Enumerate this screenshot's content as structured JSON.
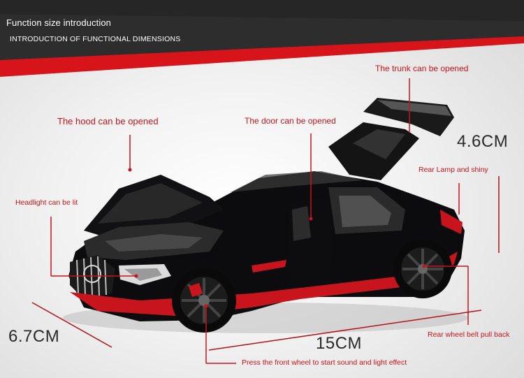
{
  "header": {
    "title": "Function size introduction",
    "subtitle": "INTRODUCTION OF FUNCTIONAL DIMENSIONS"
  },
  "callouts": {
    "trunk": "The trunk can be opened",
    "hood": "The hood can be opened",
    "door": "The door can be opened",
    "rear_lamp": "Rear Lamp and shiny",
    "headlight": "Headlight can be lit",
    "rear_wheel": "Rear wheel belt pull back",
    "front_wheel": "Press the front wheel to start sound and light effect"
  },
  "dimensions": {
    "height": "4.6CM",
    "length": "15CM",
    "width": "6.7CM"
  },
  "colors": {
    "accent_red": "#c8141c",
    "banner_dark": "#2b2b2b",
    "car_body": "#0b0b0d"
  }
}
